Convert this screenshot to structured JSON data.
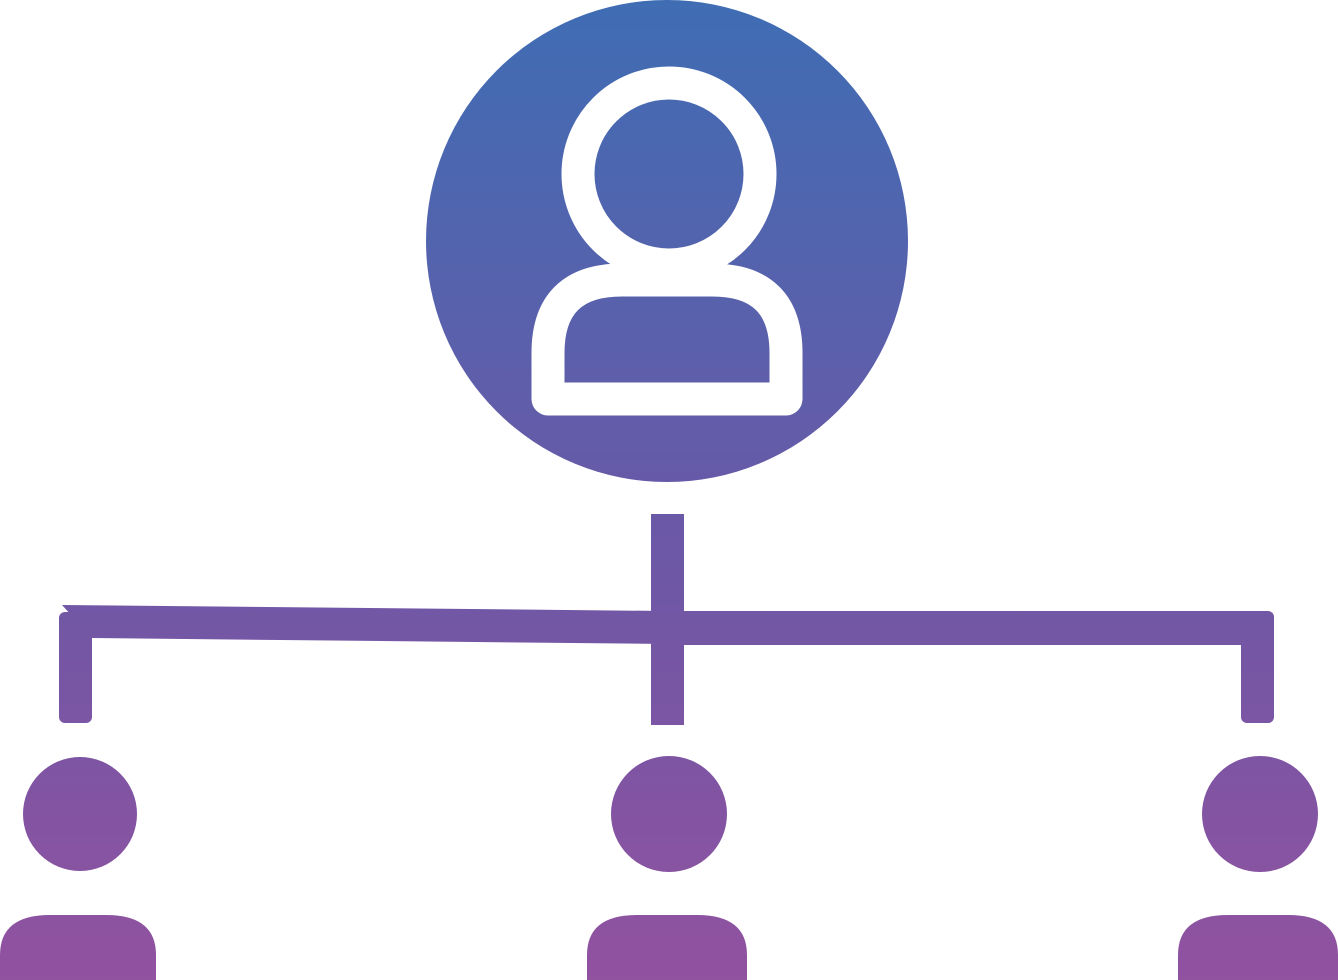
{
  "diagram": {
    "type": "org-hierarchy",
    "root": {
      "role": "manager",
      "icon": "user-outline-icon"
    },
    "children": [
      {
        "role": "member",
        "icon": "person-icon"
      },
      {
        "role": "member",
        "icon": "person-icon"
      },
      {
        "role": "member",
        "icon": "person-icon"
      }
    ]
  },
  "colors": {
    "gradient_top": "#3f6db4",
    "gradient_mid": "#6b58a6",
    "gradient_bottom": "#9152a0",
    "background": "#ffffff",
    "foreground": "#ffffff"
  }
}
